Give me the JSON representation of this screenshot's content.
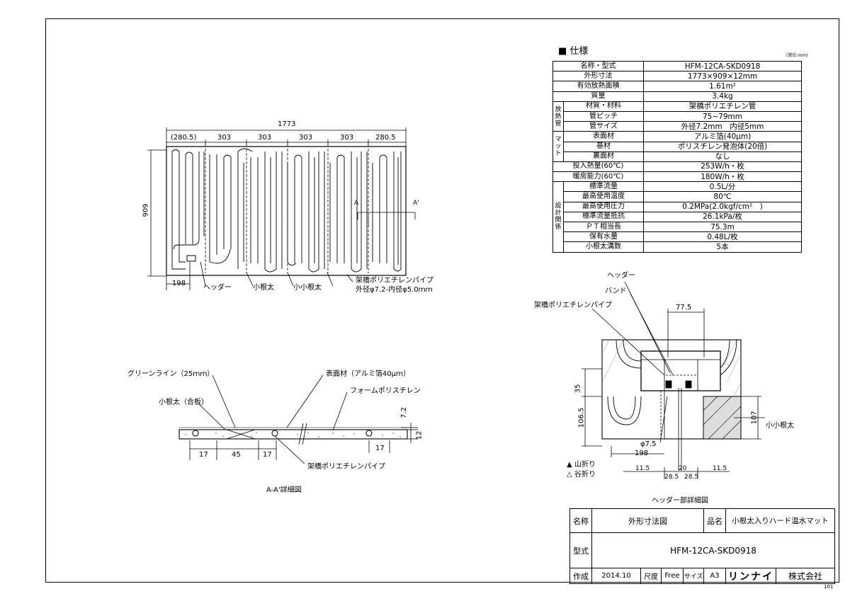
{
  "spec": {
    "title": "■ 仕様",
    "unit": "(単位:mm)",
    "rows": [
      {
        "group": "",
        "label": "名称・型式",
        "value": "HFM-12CA-SKD0918"
      },
      {
        "group": "",
        "label": "外形寸法",
        "value": "1773×909×12mm"
      },
      {
        "group": "",
        "label": "有効放熱面積",
        "value": "1.61m²"
      },
      {
        "group": "",
        "label": "質量",
        "value": "3.4kg"
      },
      {
        "group": "放熱管",
        "label": "材質・材料",
        "value": "架橋ポリエチレン管"
      },
      {
        "group": "放熱管",
        "label": "管ピッチ",
        "value": "75~79mm"
      },
      {
        "group": "放熱管",
        "label": "管サイズ",
        "value": "外径7.2mm　内径5mm"
      },
      {
        "group": "マット",
        "label": "表面材",
        "value": "アルミ箔(40μm)"
      },
      {
        "group": "マット",
        "label": "基材",
        "value": "ポリスチレン発泡体(20倍)"
      },
      {
        "group": "マット",
        "label": "裏面材",
        "value": "なし"
      },
      {
        "group": "",
        "label": "投入熱量(60℃)",
        "value": "253W/h・枚"
      },
      {
        "group": "",
        "label": "暖房能力(60℃)",
        "value": "180W/h・枚"
      },
      {
        "group": "設計関係",
        "label": "標準流量",
        "value": "0.5L/分"
      },
      {
        "group": "設計関係",
        "label": "最高使用温度",
        "value": "80℃"
      },
      {
        "group": "設計関係",
        "label": "最高使用圧力",
        "value": "0.2MPa(2.0kgf/cm²　)"
      },
      {
        "group": "設計関係",
        "label": "標準流量抵抗",
        "value": "26.1kPa/枚"
      },
      {
        "group": "設計関係",
        "label": "ＰＴ相当長",
        "value": "75.3m"
      },
      {
        "group": "設計関係",
        "label": "保有水量",
        "value": "0.48L/枚"
      },
      {
        "group": "設計関係",
        "label": "小根太溝数",
        "value": "5本"
      }
    ],
    "groups": {
      "hounetsu": "放熱管",
      "mat": "マット",
      "sekkei": "設計関係"
    }
  },
  "plan": {
    "overall_width": "1773",
    "height": "909",
    "segments": [
      "(280.5)",
      "303",
      "303",
      "303",
      "303",
      "280.5"
    ],
    "header_offset": "198",
    "section_a": "A",
    "section_a2": "A'",
    "labels": {
      "header": "ヘッダー",
      "konetai": "小根太",
      "shokonetai": "小小根太",
      "pipe1": "架橋ポリエチレンパイプ",
      "pipe2": "外径φ7.2-内径φ5.0ｍｍ"
    }
  },
  "section": {
    "title": "A-A'詳細図",
    "labels": {
      "green_line": "グリーンライン（25ｍｍ）",
      "surface": "表面材（アルミ箔40μｍ）",
      "konetai": "小根太（合板）",
      "foam": "フォームポリスチレン",
      "pipe": "架橋ポリエチレンパイプ"
    },
    "dims": {
      "d17a": "17",
      "d45": "45",
      "d17b": "17",
      "d17c": "17",
      "d72": "7.2",
      "d12": "12"
    }
  },
  "header_detail": {
    "title": "ヘッダー部詳細図",
    "labels": {
      "header": "ヘッダー",
      "band": "バンド",
      "pipe": "架橋ポリエチレンパイプ",
      "shokonetai": "小小根太",
      "mountain": "▲ 山折り",
      "valley": "△ 谷折り"
    },
    "dims": {
      "w775": "77.5",
      "h35": "35",
      "h1065": "106.5",
      "h107": "107",
      "phi": "φ7.5",
      "d198": "198",
      "d115a": "11.5",
      "d20": "20",
      "d115b": "11.5",
      "d285a": "28.5",
      "d285b": "28.5"
    }
  },
  "titleblock": {
    "name_label": "名称",
    "name_value": "外形寸法図",
    "product_label": "品名",
    "product_value": "小根太入りハード温水マット",
    "model_label": "型式",
    "model_value": "HFM-12CA-SKD0918",
    "made_label": "作成",
    "made_value": "2014.10",
    "scale_label": "尺度",
    "scale_value": "Free",
    "size_label": "サイズ",
    "size_value": "A3",
    "company_logo": "リンナイ",
    "company_suffix": "株式会社"
  },
  "page_number": "101"
}
